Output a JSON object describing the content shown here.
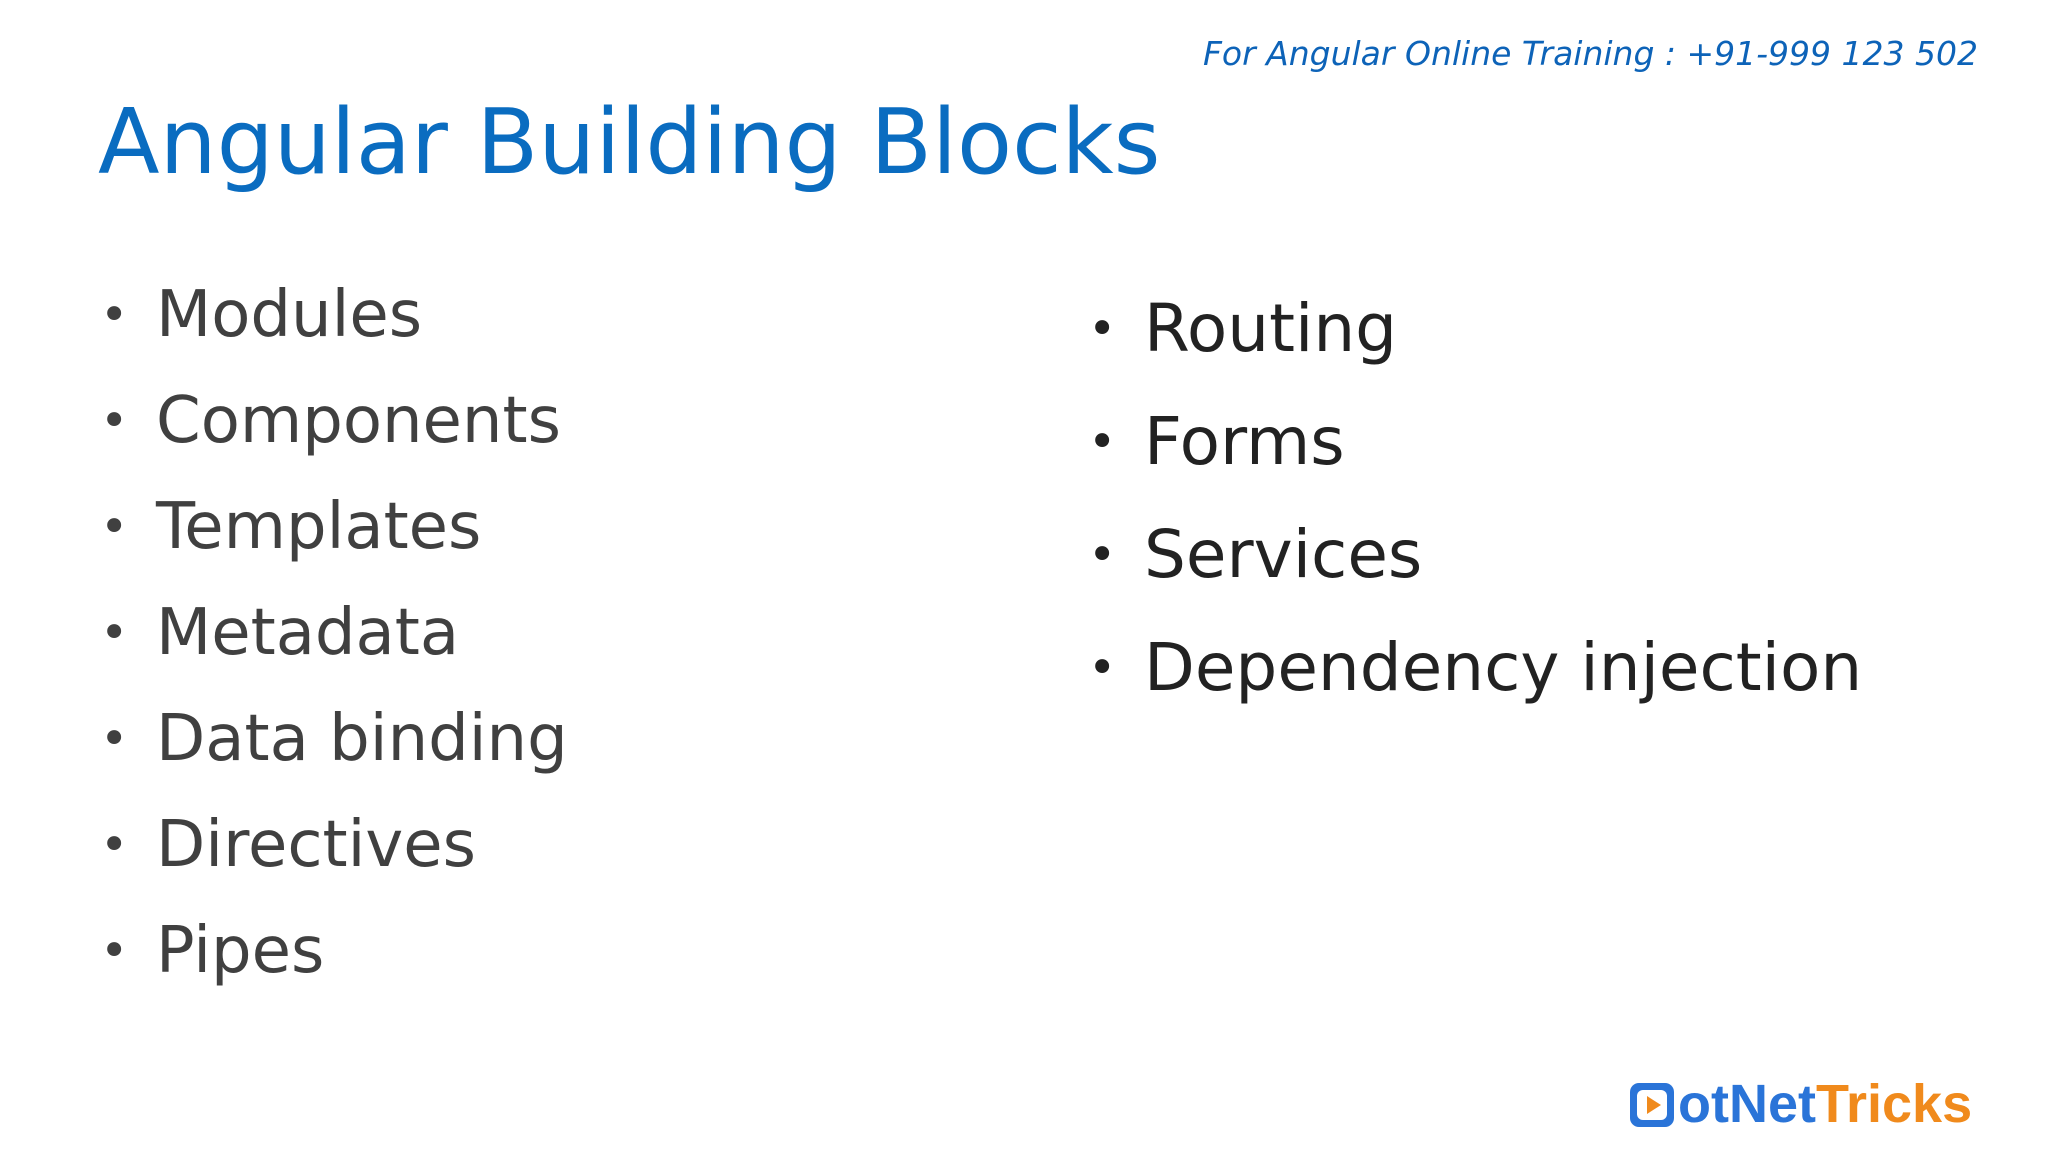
{
  "header": {
    "training_note": "For Angular Online Training : +91-999 123 502"
  },
  "title": "Angular Building Blocks",
  "lists": {
    "left": [
      {
        "label": "Modules"
      },
      {
        "label": "Components"
      },
      {
        "label": "Templates"
      },
      {
        "label": "Metadata"
      },
      {
        "label": "Data binding"
      },
      {
        "label": "Directives"
      },
      {
        "label": "Pipes"
      }
    ],
    "right": [
      {
        "label": "Routing"
      },
      {
        "label": "Forms"
      },
      {
        "label": "Services"
      },
      {
        "label": "Dependency injection"
      }
    ]
  },
  "bullet_glyph": "•",
  "logo": {
    "text_part_1": "otNet",
    "text_part_2": "Tricks",
    "icon": "play-button-icon",
    "colors": {
      "blue": "#2a74d8",
      "orange": "#f08a1c"
    }
  },
  "colors": {
    "title": "#0a6cc0",
    "training_note": "#0d63b8",
    "body_text": "#404040"
  }
}
